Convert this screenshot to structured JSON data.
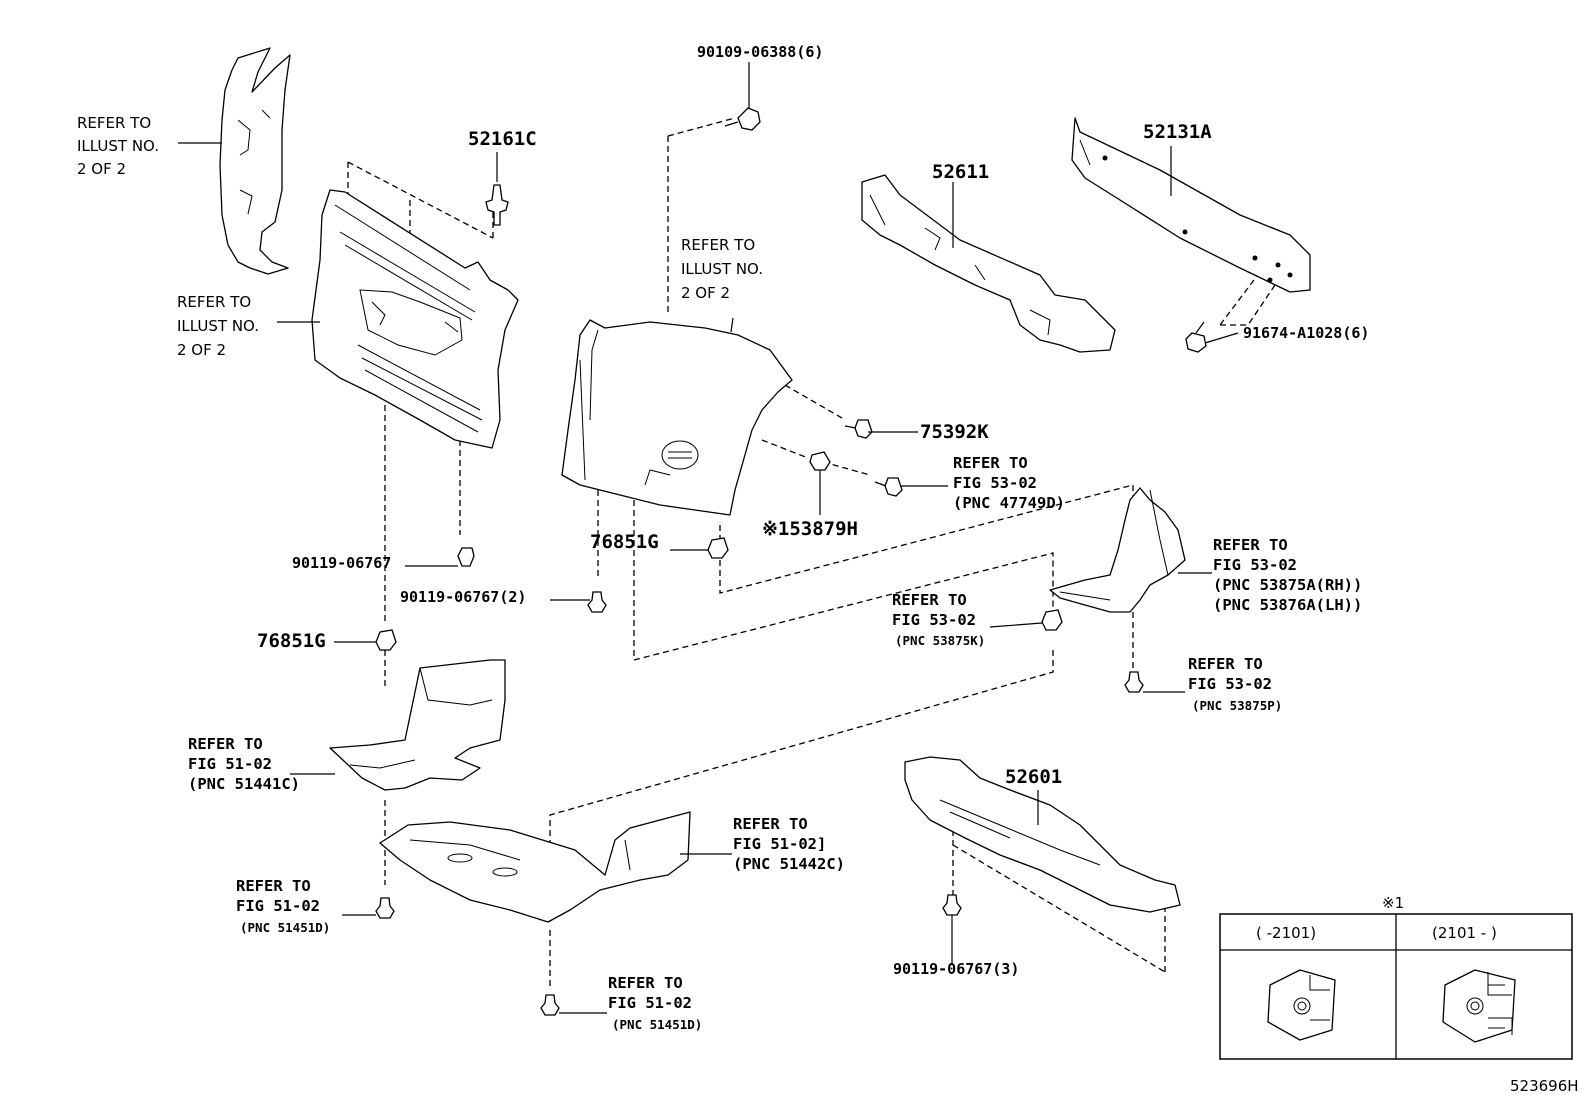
{
  "labels": {
    "l1": "REFER TO",
    "l2": "ILLUST NO.",
    "l3": "2 OF 2",
    "l4": "52161C",
    "l5": "90109-06388(6)",
    "l6": "REFER TO",
    "l7": "ILLUST NO.",
    "l8": "2 OF 2",
    "l9": "52611",
    "l10": "52131A",
    "l11": "REFER TO",
    "l12": "ILLUST NO.",
    "l13": "2 OF 2",
    "l14": "91674-A1028(6)",
    "l15": "75392K",
    "l16": "REFER TO",
    "l17": "FIG 53-02",
    "l18": "(PNC 47749D)",
    "l19": "※153879H",
    "l20": "76851G",
    "l21": "90119-06767",
    "l22": "90119-06767(2)",
    "l23": "REFER TO",
    "l24": "FIG 53-02",
    "l25": "(PNC 53875A(RH))",
    "l26": "(PNC 53876A(LH))",
    "l27": "REFER TO",
    "l28": "FIG 53-02",
    "l29": "(PNC 53875K)",
    "l30": "76851G",
    "l31": "REFER TO",
    "l32": "FIG 53-02",
    "l33": "(PNC 53875P)",
    "l34": "REFER TO",
    "l35": "FIG 51-02",
    "l36": "(PNC 51441C)",
    "l37": "52601",
    "l38": "REFER TO",
    "l39": "FIG 51-02]",
    "l40": "(PNC 51442C)",
    "l41": "REFER TO",
    "l42": "FIG 51-02",
    "l43": "(PNC 51451D)",
    "l44": "90119-06767(3)",
    "l45": "REFER TO",
    "l46": "FIG 51-02",
    "l47": "(PNC 51451D)"
  },
  "inset": {
    "marker": "※1",
    "col1": "(     -2101)",
    "col2": "(2101 -     )"
  },
  "diagram_code": "523696H"
}
